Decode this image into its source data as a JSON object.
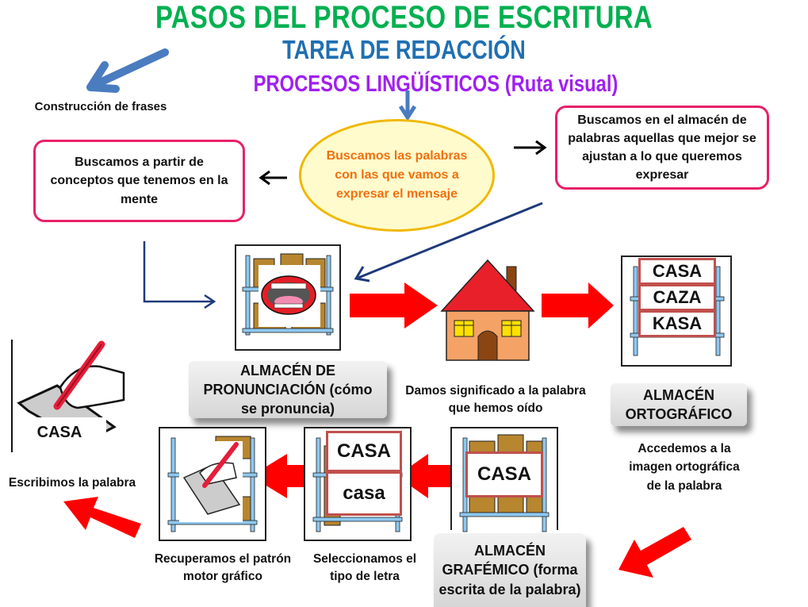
{
  "titles": {
    "main": "PASOS DEL PROCESO DE ESCRITURA",
    "sub": "TAREA DE REDACCIÓN",
    "section": "PROCESOS LINGÜÍSTICOS (Ruta visual)"
  },
  "labels": {
    "construccion": "Construcción de frases",
    "buscamos_conceptos": "Buscamos a partir de conceptos que tenemos en la mente",
    "buscamos_palabras": "Buscamos las palabras con las que vamos a expresar el mensaje",
    "buscamos_almacen": "Buscamos en el almacén de palabras aquellas que mejor se ajustan a lo que queremos expresar",
    "damos_significado": "Damos significado a la palabra que hemos oído",
    "accedemos": "Accedemos a la imagen ortográfica de la palabra",
    "escribimos": "Escribimos la palabra",
    "recuperamos": "Recuperamos el patrón motor gráfico",
    "seleccionamos": "Seleccionamos el tipo de letra"
  },
  "stores": {
    "pronunciacion": "ALMACÉN DE PRONUNCIACIÓN (cómo se pronuncia)",
    "ortografico": "ALMACÉN ORTOGRÁFICO",
    "grafemico": "ALMACÉN GRAFÉMICO (forma escrita de la palabra)"
  },
  "words": {
    "ortografico": [
      "CASA",
      "CAZA",
      "KASA"
    ],
    "letra": [
      "CASA",
      "casa"
    ],
    "grafemico": "CASA",
    "escrita": "CASA"
  },
  "colors": {
    "title_green": "#00b050",
    "title_blue": "#1f6fb2",
    "title_purple": "#a020f0",
    "box_border": "#e8206a",
    "ellipse_border": "#f0b800",
    "ellipse_fill": "#fffbcc",
    "ellipse_text": "#f07010",
    "flow_arrow": "#ff0000",
    "nav_arrow": "#1f3a7a"
  }
}
